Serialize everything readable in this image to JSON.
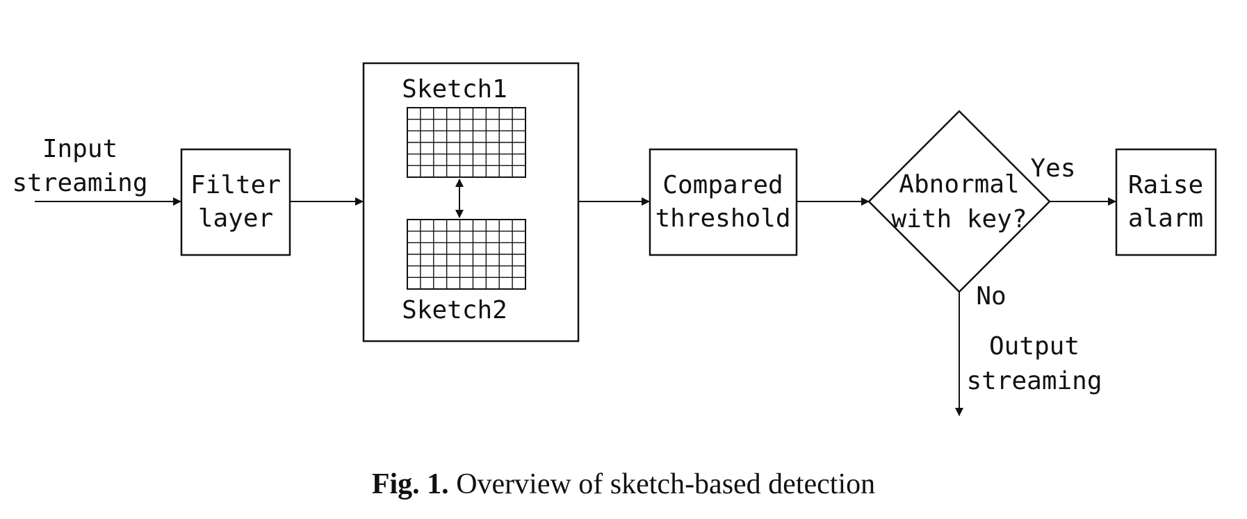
{
  "input_label": [
    "Input",
    "streaming"
  ],
  "filter_label": [
    "Filter",
    "layer"
  ],
  "sketch1_label": "Sketch1",
  "sketch2_label": "Sketch2",
  "compare_label": [
    "Compared",
    "threshold"
  ],
  "decision_label": [
    "Abnormal",
    "with key?"
  ],
  "yes_label": "Yes",
  "no_label": "No",
  "alarm_label": [
    "Raise",
    "alarm"
  ],
  "output_label": [
    "Output",
    "streaming"
  ],
  "caption": {
    "prefix": "Fig. 1.",
    "text": "Overview of sketch-based detection"
  },
  "sketch_grid": {
    "rows": 6,
    "cols": 9
  }
}
